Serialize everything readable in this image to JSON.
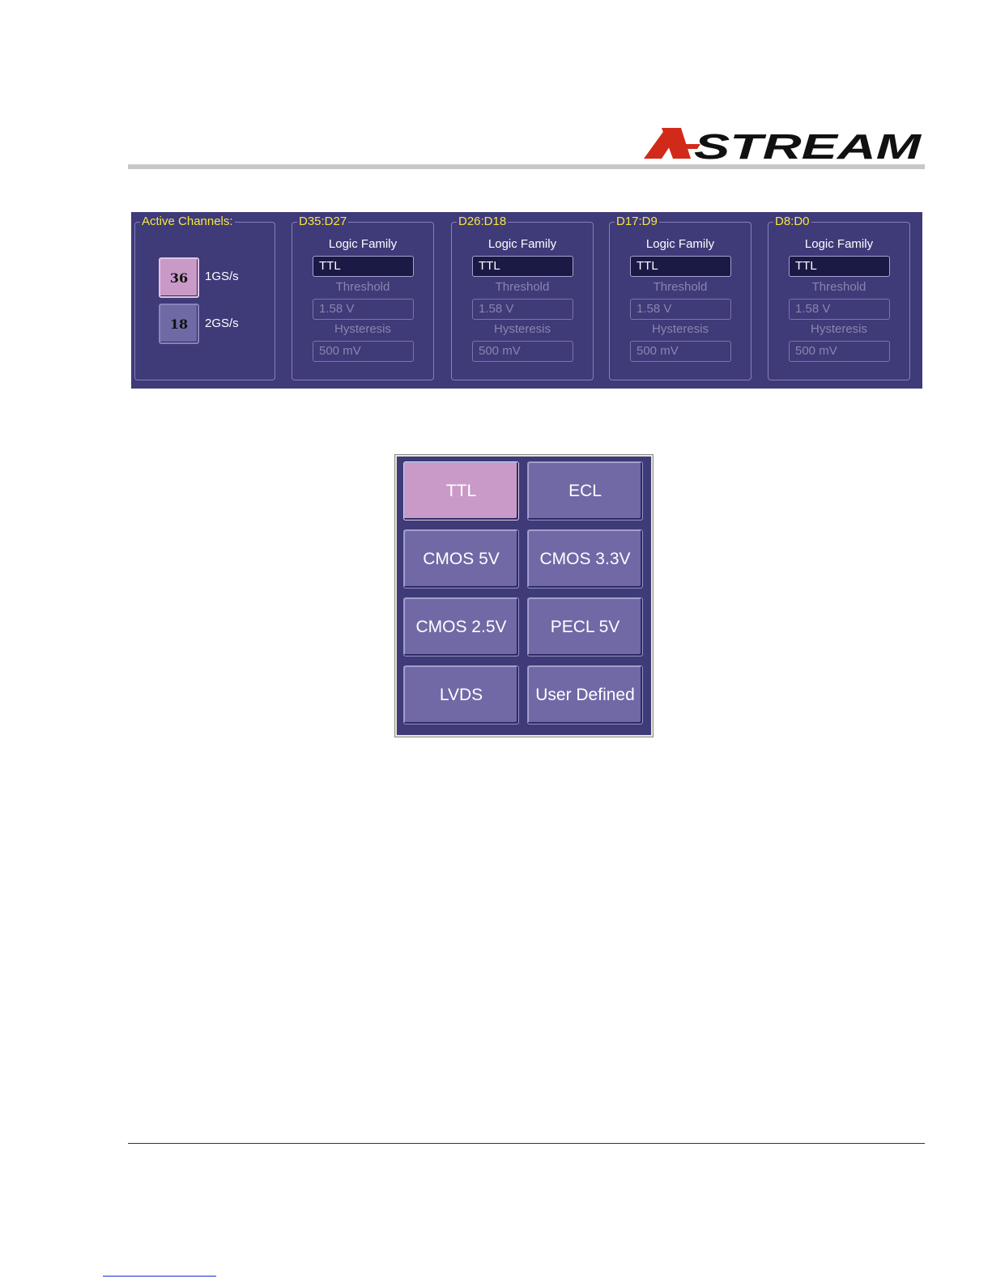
{
  "logo": {
    "text": "X-STREAM",
    "accent_color": "#d22a1a",
    "text_color": "#111111"
  },
  "dialog": {
    "active_channels": {
      "title": "Active Channels:",
      "options": [
        {
          "count": "36",
          "rate": "1GS/s",
          "selected": true
        },
        {
          "count": "18",
          "rate": "2GS/s",
          "selected": false
        }
      ]
    },
    "groups": [
      {
        "title": "D35:D27",
        "logic_family_label": "Logic Family",
        "logic_family_value": "TTL",
        "threshold_label": "Threshold",
        "threshold_value": "1.58 V",
        "hysteresis_label": "Hysteresis",
        "hysteresis_value": "500 mV"
      },
      {
        "title": "D26:D18",
        "logic_family_label": "Logic Family",
        "logic_family_value": "TTL",
        "threshold_label": "Threshold",
        "threshold_value": "1.58 V",
        "hysteresis_label": "Hysteresis",
        "hysteresis_value": "500 mV"
      },
      {
        "title": "D17:D9",
        "logic_family_label": "Logic Family",
        "logic_family_value": "TTL",
        "threshold_label": "Threshold",
        "threshold_value": "1.58 V",
        "hysteresis_label": "Hysteresis",
        "hysteresis_value": "500 mV"
      },
      {
        "title": "D8:D0",
        "logic_family_label": "Logic Family",
        "logic_family_value": "TTL",
        "threshold_label": "Threshold",
        "threshold_value": "1.58 V",
        "hysteresis_label": "Hysteresis",
        "hysteresis_value": "500 mV"
      }
    ],
    "colors": {
      "panel_bg": "#3f3a78",
      "group_title": "#f5e642",
      "selected": "#c99ac8"
    }
  },
  "logic_family_menu": {
    "options": [
      "TTL",
      "ECL",
      "CMOS 5V",
      "CMOS 3.3V",
      "CMOS 2.5V",
      "PECL 5V",
      "LVDS",
      "User Defined"
    ],
    "selected": "TTL"
  }
}
